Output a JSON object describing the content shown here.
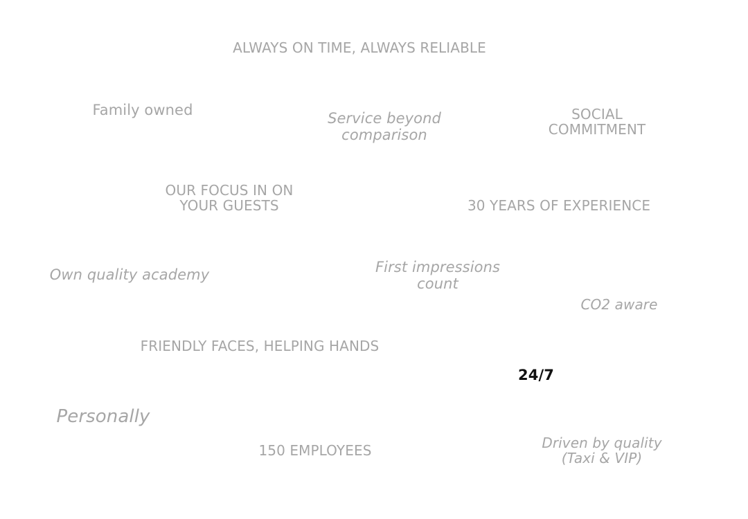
{
  "words": [
    {
      "text": "ALWAYS ON TIME, ALWAYS RELIABLE"
    },
    {
      "text": "Family owned"
    },
    {
      "text": "Service beyond\ncomparison"
    },
    {
      "text": "SOCIAL COMMITMENT"
    },
    {
      "text": "OUR FOCUS IN ON\nYOUR GUESTS"
    },
    {
      "text": "30 YEARS OF EXPERIENCE"
    },
    {
      "text": "Own quality academy"
    },
    {
      "text": "First impressions\ncount"
    },
    {
      "text": "CO2 aware"
    },
    {
      "text": "FRIENDLY FACES, HELPING HANDS"
    },
    {
      "text": "24/7"
    },
    {
      "text": "Personally"
    },
    {
      "text": "150 EMPLOYEES"
    },
    {
      "text": "Driven by quality\n(Taxi & VIP)"
    }
  ],
  "colors": {
    "muted_text": "#a6a6a6",
    "highlight_text": "#111111",
    "background": "#ffffff"
  }
}
